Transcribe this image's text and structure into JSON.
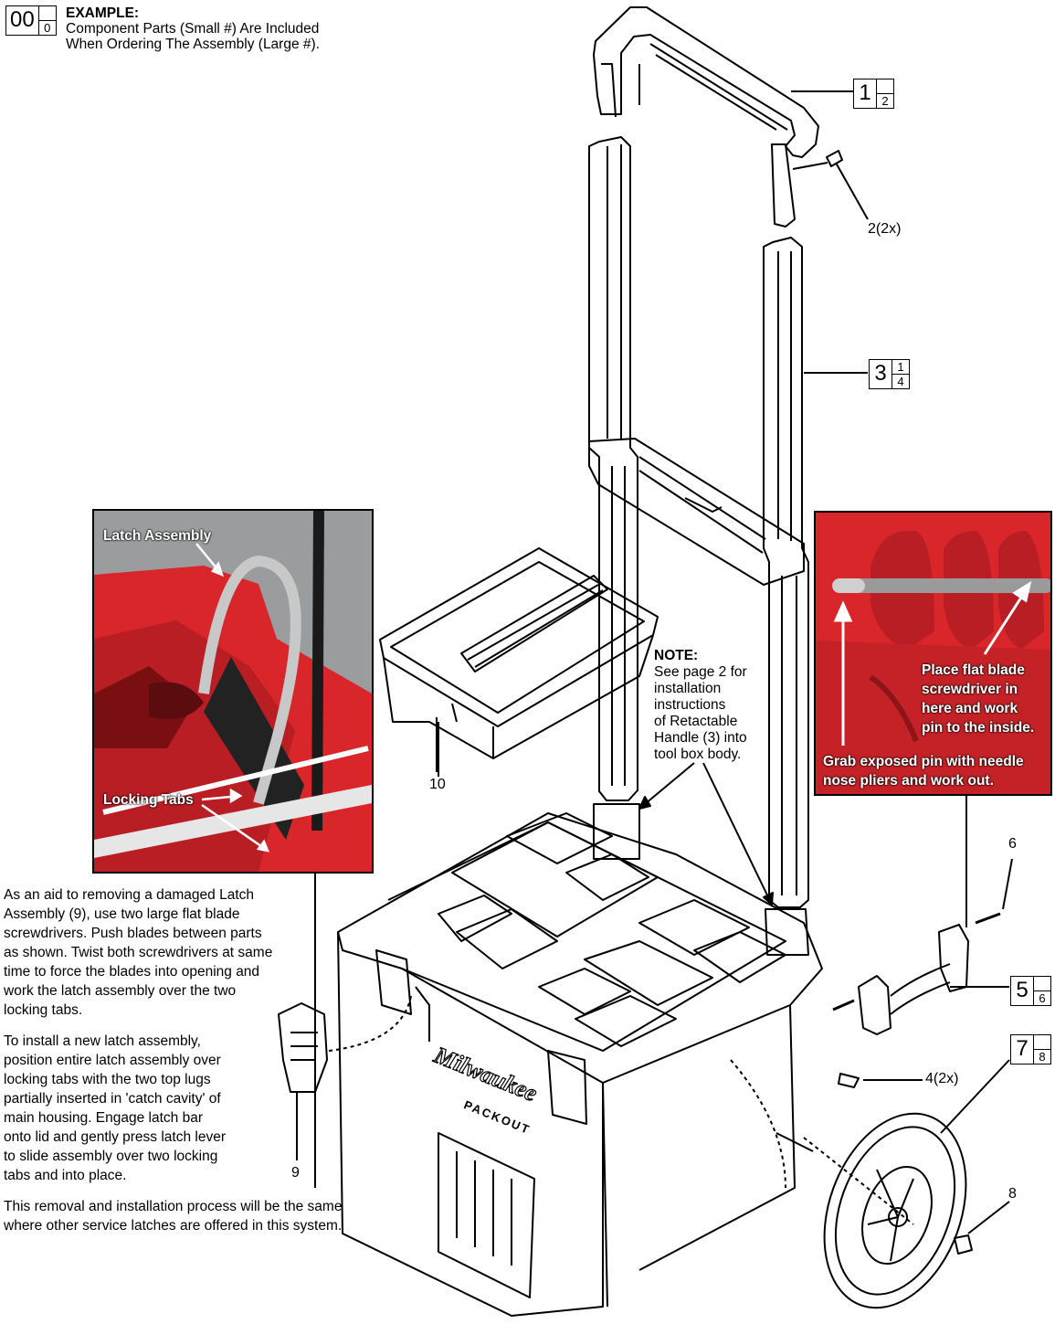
{
  "legend": {
    "box_big": "00",
    "box_small": "0",
    "title": "EXAMPLE:",
    "line1": "Component Parts (Small #) Are Included",
    "line2": "When Ordering The Assembly (Large #)."
  },
  "parts": {
    "p1": {
      "big": "1",
      "small": "2"
    },
    "p3": {
      "big": "3",
      "small_top": "1",
      "small_bottom": "4"
    },
    "p5": {
      "big": "5",
      "small": "6"
    },
    "p7": {
      "big": "7",
      "small": "8"
    },
    "label_2": "2(2x)",
    "label_4": "4(2x)",
    "label_6": "6",
    "label_8": "8",
    "label_9": "9",
    "label_10": "10"
  },
  "note": {
    "title": "NOTE:",
    "lines": [
      "See page 2 for",
      "installation",
      "instructions",
      "of Retactable",
      "Handle (3) into",
      "tool box body."
    ]
  },
  "left_photo": {
    "label_top": "Latch Assembly",
    "label_bottom": "Locking Tabs"
  },
  "right_photo": {
    "label_a1": "Place flat blade",
    "label_a2": "screwdriver in",
    "label_a3": "here and work",
    "label_a4": "pin to the inside.",
    "label_b1": "Grab exposed pin with needle",
    "label_b2": "nose pliers and work out."
  },
  "instructions": {
    "para1": [
      "As an aid to removing a damaged Latch",
      "Assembly (9), use two large flat blade",
      "screwdrivers. Push blades between parts",
      "as shown. Twist both screwdrivers at same",
      "time to force the blades into opening and",
      "work the latch assembly over the two",
      "locking tabs."
    ],
    "para2": [
      "To install a new latch assembly,",
      "position entire latch assembly over",
      "locking tabs with the two top lugs",
      "partially inserted in 'catch cavity' of",
      "main housing. Engage latch bar",
      "onto lid and gently press latch lever",
      "to slide assembly over two locking",
      "tabs and into place."
    ],
    "para3": [
      "This removal and installation process will be the same",
      "where other service latches are offered in this system."
    ]
  },
  "branding": {
    "logo": "Milwaukee",
    "sub": "PACKOUT"
  },
  "colors": {
    "photo_red": "#d8262b",
    "photo_dark": "#7a0f12",
    "photo_grey": "#8a8d90",
    "line": "#000000"
  }
}
